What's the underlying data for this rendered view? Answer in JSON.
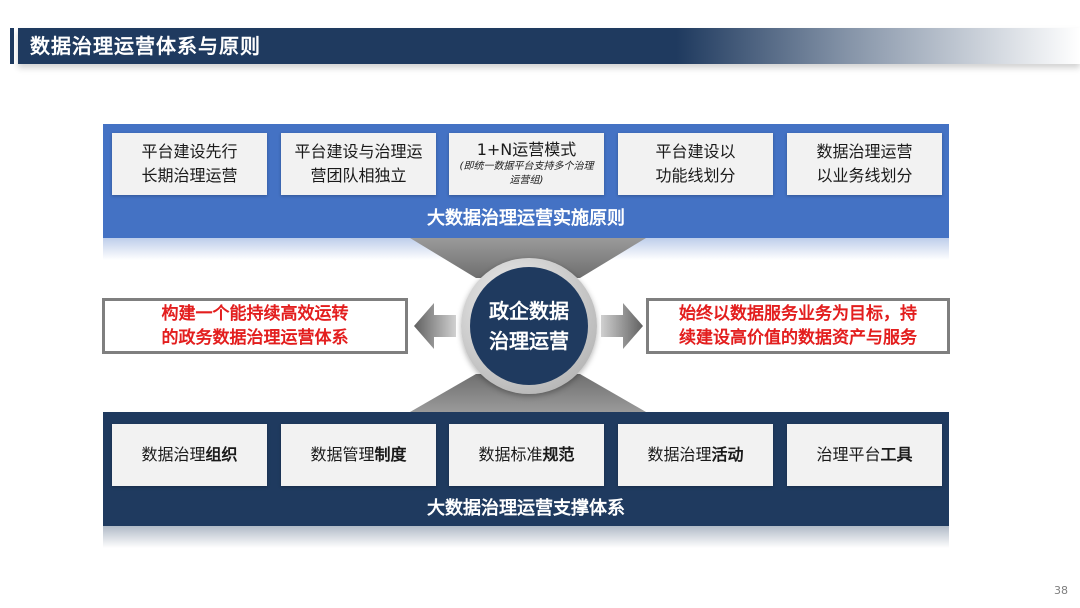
{
  "header": {
    "title": "数据治理运营体系与原则"
  },
  "principles": {
    "label": "大数据治理运营实施原则",
    "cards": [
      {
        "line1": "平台建设先行",
        "line2": "长期治理运营"
      },
      {
        "line1": "平台建设与治理运",
        "line2": "营团队相独立"
      },
      {
        "line1": "1+N运营模式",
        "note": "(即统一数据平台支持多个治理运营组)"
      },
      {
        "line1": "平台建设以",
        "line2": "功能线划分"
      },
      {
        "line1": "数据治理运营",
        "line2": "以业务线划分"
      }
    ]
  },
  "center": {
    "line1": "政企数据",
    "line2": "治理运营"
  },
  "left_goal": {
    "line1": "构建一个能持续高效运转",
    "line2": "的政务数据治理运营体系"
  },
  "right_goal": {
    "line1": "始终以数据服务业务为目标，持",
    "line2": "续建设高价值的数据资产与服务"
  },
  "support": {
    "label": "大数据治理运营支撑体系",
    "cards": [
      {
        "prefix": "数据治理",
        "bold": "组织"
      },
      {
        "prefix": "数据管理",
        "bold": "制度"
      },
      {
        "prefix": "数据标准",
        "bold": "规范"
      },
      {
        "prefix": "数据治理",
        "bold": "活动"
      },
      {
        "prefix": "治理平台",
        "bold": "工具"
      }
    ]
  },
  "colors": {
    "top_panel": "#4472c4",
    "bottom_panel": "#1f3a5f",
    "accent_red": "#e31e1e",
    "header": "#1f3a5f"
  },
  "page_number": "38"
}
